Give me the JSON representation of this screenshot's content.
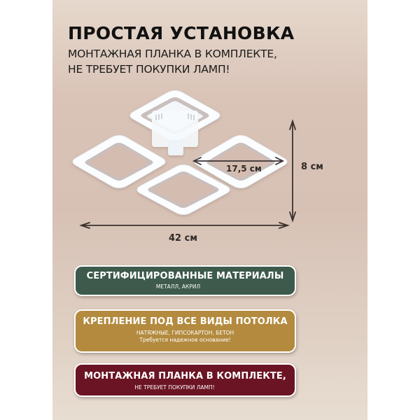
{
  "header": {
    "title": "ПРОСТАЯ УСТАНОВКА",
    "subtitle_line1": "МОНТАЖНАЯ ПЛАНКА В КОМПЛЕКТЕ,",
    "subtitle_line2": "НЕ ТРЕБУЕТ ПОКУПКИ ЛАМП!"
  },
  "product": {
    "image_alt": "ceiling-lamp-four-square-frames",
    "dimensions": {
      "module_width": "17,5 см",
      "height": "8 см",
      "total_width": "42 см"
    }
  },
  "features": [
    {
      "title": "СЕРТИФИЦИРОВАННЫЕ МАТЕРИАЛЫ",
      "lines": [
        "МЕТАЛЛ, АКРИЛ"
      ],
      "color": "#3d5a4c"
    },
    {
      "title": "КРЕПЛЕНИЕ ПОД ВСЕ ВИДЫ ПОТОЛКА",
      "lines": [
        "НАТЯЖНЫЕ, ГИПСОКАРТОН, БЕТОН",
        "Требуется надежное основание!"
      ],
      "color": "#b38a3e"
    },
    {
      "title": "МОНТАЖНАЯ ПЛАНКА В КОМПЛЕКТЕ,",
      "lines": [
        "НЕ ТРЕБУЕТ ПОКУПКИ ЛАМП!"
      ],
      "color": "#6b1424"
    }
  ],
  "colors": {
    "background": "#dcc6b9",
    "text_dark": "#111111",
    "arrow": "#3a3230"
  }
}
